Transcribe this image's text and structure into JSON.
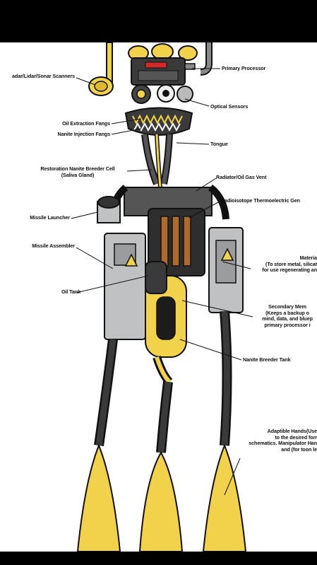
{
  "labels": {
    "radar": "adar/Lidar/Sonar Scanners",
    "primary_processor": "Primary Processor",
    "optical_sensors": "Optical Sensors",
    "oil_extraction_fangs": "Oil Extraction Fangs",
    "nanite_injection_fangs": "Nanite Injection Fangs",
    "tongue": "Tongue",
    "restoration_cell": "Restoration Nanite Breeder Cell\n(Saliva Gland)",
    "radiator": "Radiator/Oil Gas Vent",
    "rtg": "Radioisotope Thermoelectric Gen",
    "missile_launcher": "Missile Launcher",
    "missile_assembler": "Missile Assembler",
    "material": "Materia\n(To store metal, silicat\nfor use regenerating an",
    "oil_tank": "Oil Tank",
    "secondary_memory": "Secondary Mem\n(Keeps a backup o\nmind, data, and bluep\nprimary processor i",
    "nanite_breeder_tank": "Nanite Breeder Tank",
    "adaptable_hands": "Adaptible Hands(Use\nto the desired forr\nschematics. Manipulator Han\nand (for toon le"
  },
  "colors": {
    "outline": "#111111",
    "yellow": "#f2d24b",
    "panel_gray": "#bfc1c3",
    "dark_gray": "#3a3a3a",
    "copper": "#b06a2c",
    "red_light": "#d42a2a"
  }
}
